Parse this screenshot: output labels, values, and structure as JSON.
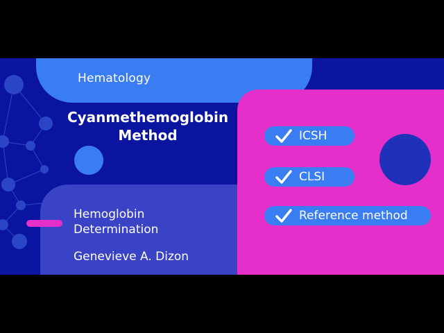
{
  "header": {
    "category": "Hematology"
  },
  "title": {
    "line1": "Cyanmethemoglobin",
    "line2": "Method"
  },
  "subtitle": {
    "line1": "Hemoglobin",
    "line2": "Determination"
  },
  "author": "Genevieve A. Dizon",
  "checklist": [
    {
      "label": "ICSH",
      "icon": "check-icon"
    },
    {
      "label": "CLSI",
      "icon": "check-icon"
    },
    {
      "label": "Reference method",
      "icon": "check-icon"
    }
  ],
  "colors": {
    "background": "#0a14a0",
    "accent_blue": "#3a7cf2",
    "accent_pink": "#e52fcb",
    "panel_blue": "#3a43c6"
  }
}
